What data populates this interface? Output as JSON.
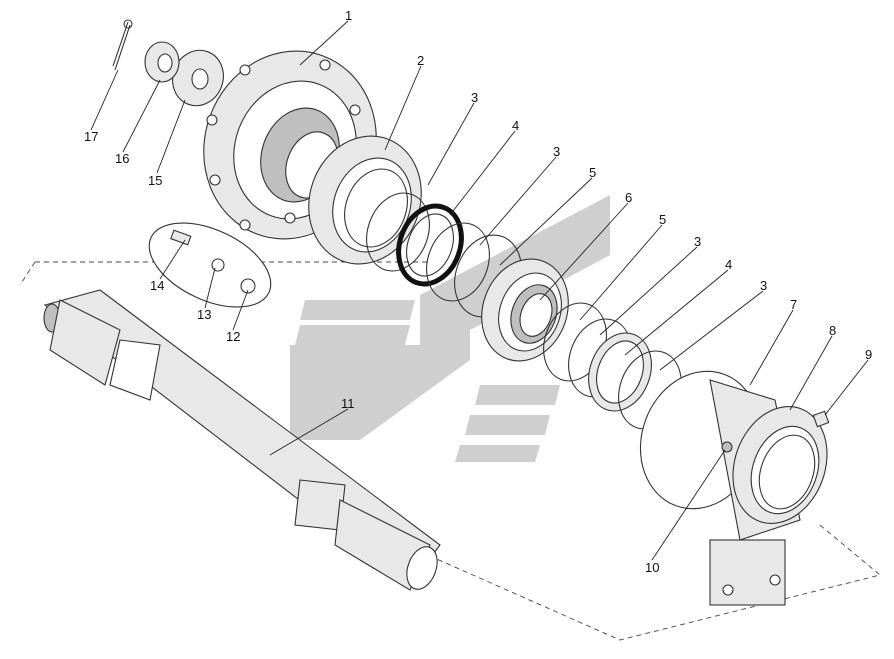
{
  "diagram": {
    "callouts": [
      "1",
      "2",
      "3",
      "4",
      "3",
      "5",
      "6",
      "5",
      "3",
      "4",
      "3",
      "7",
      "8",
      "9",
      "10",
      "11",
      "12",
      "13",
      "14",
      "15",
      "16",
      "17"
    ],
    "colors": {
      "line": "#333333",
      "fill": "#e8e8e8",
      "shade": "#bfbfbf",
      "watermark": "#cfcfcf",
      "seal": "#111111"
    }
  }
}
